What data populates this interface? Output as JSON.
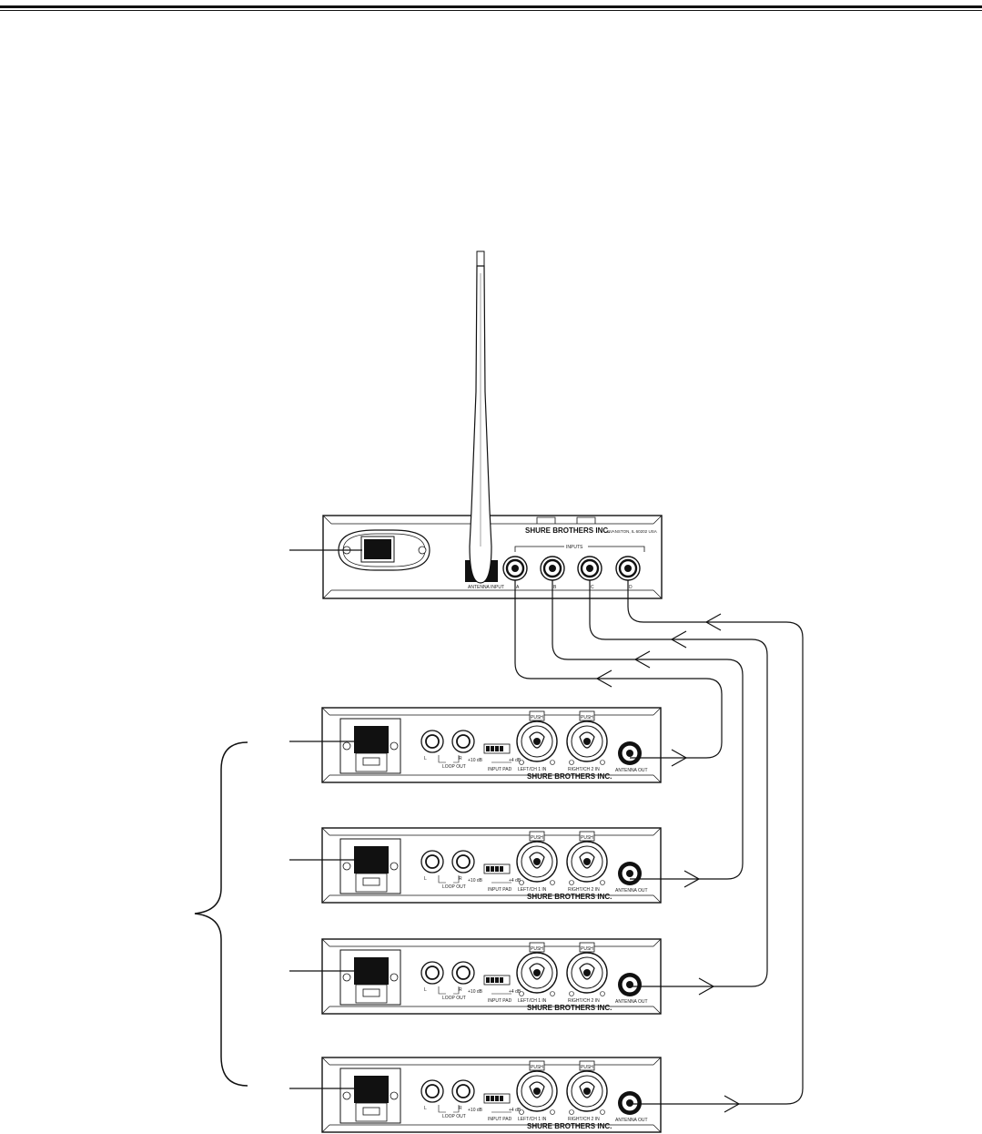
{
  "transmitter": {
    "brand": "SHURE BROTHERS INC.",
    "address": "EVANSTON, IL 60202 USA",
    "inputs_label": "INPUTS",
    "input_ids": [
      "A",
      "B",
      "C",
      "D"
    ],
    "antenna_label": "ANTENNA INPUT"
  },
  "receiver": {
    "brand": "SHURE BROTHERS INC.",
    "push_label": "PUSH",
    "loop_out_label": "LOOP OUT",
    "input_pad_label": "INPUT PAD",
    "pad_minus_label": "+10 dB",
    "pad_plus_label": "+4 dB",
    "left_in_label": "LEFT/CH 1 IN",
    "right_in_label": "RIGHT/CH 2 IN",
    "antenna_out_label": "ANTENNA OUT",
    "loop_l": "L",
    "loop_r": "R"
  },
  "receiver_count": 4
}
